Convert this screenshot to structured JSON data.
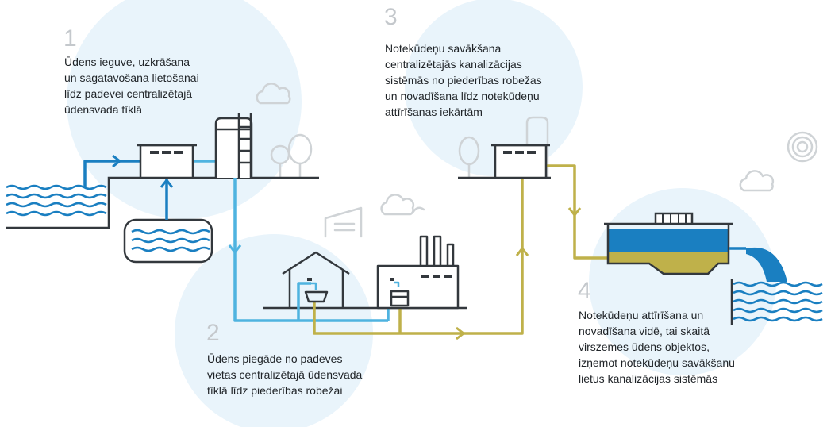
{
  "steps": [
    {
      "number": "1",
      "text": "Ūdens ieguve, uzkrāšana\nun sagatavošana lietošanai\nlīdz padevei centralizētajā\nūdensvada tīklā"
    },
    {
      "number": "2",
      "text": "Ūdens piegāde no padeves\nvietas centralizētajā ūdensvada\ntīklā līdz piederības robežai"
    },
    {
      "number": "3",
      "text": "Notekūdeņu savākšana\ncentralizētajās kanalizācijas\nsistēmās no piederības robežas\nun novadīšana līdz notekūdeņu\nattīrīšanas iekārtām"
    },
    {
      "number": "4",
      "text": "Notekūdeņu attīrīšana un\nnovadīšana vidē, tai skaitā\nvirszemes ūdens objektos,\nizņemot notekūdeņu savākšanu\nlietus kanalizācijas sistēmās"
    }
  ],
  "colors": {
    "outline": "#33383d",
    "water_dark": "#1a7fc1",
    "water_light": "#4fb3e0",
    "wastewater": "#bfb14a",
    "circle": "#e9f4fb",
    "faded": "#cfd3d6",
    "number": "#c4c8cc"
  }
}
